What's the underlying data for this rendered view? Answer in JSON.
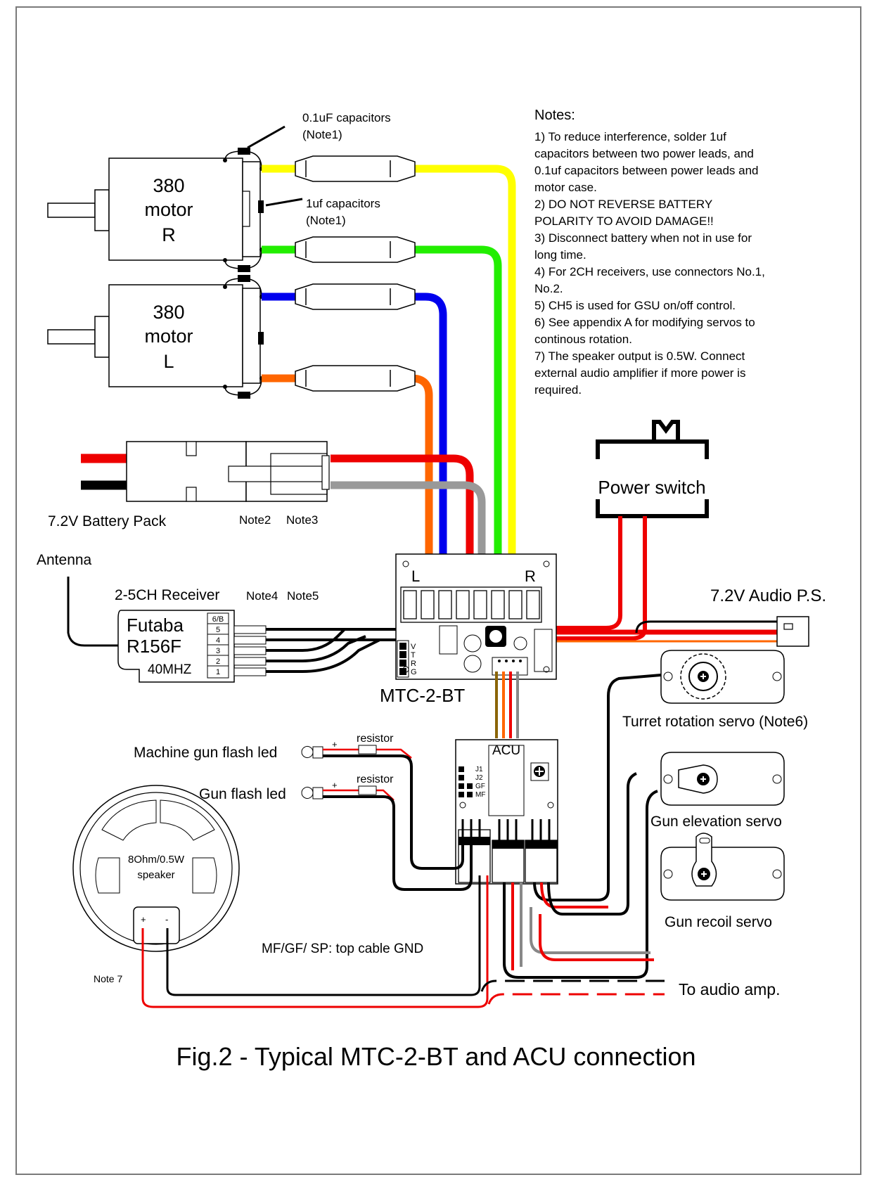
{
  "caption": "Fig.2 - Typical MTC-2-BT and ACU connection",
  "notes": {
    "title": "Notes:",
    "lines": [
      "1) To reduce interference, solder 1uf",
      "capacitors between two power leads, and",
      "0.1uf capacitors between power leads and",
      "motor case.",
      "2) DO NOT REVERSE BATTERY",
      "POLARITY TO AVOID DAMAGE!!",
      "3) Disconnect battery when not in use for",
      "long time.",
      "4) For 2CH receivers, use connectors No.1,",
      "No.2.",
      "5) CH5 is used for GSU on/off control.",
      "6) See appendix A for modifying servos to",
      "continous rotation.",
      "7) The speaker output is 0.5W. Connect",
      "external audio amplifier if more power is",
      "required."
    ]
  },
  "capacitors": {
    "small_line1": "0.1uF capacitors",
    "small_line2": "(Note1)",
    "large_line1": "1uf capacitors",
    "large_line2": "(Note1)"
  },
  "motor_r": {
    "line1": "380",
    "line2": "motor",
    "line3": "R"
  },
  "motor_l": {
    "line1": "380",
    "line2": "motor",
    "line3": "L"
  },
  "battery": {
    "label": "7.2V Battery Pack",
    "note2": "Note2",
    "note3": "Note3"
  },
  "power_switch": {
    "label": "Power switch"
  },
  "audio_ps": {
    "label": "7.2V Audio P.S."
  },
  "antenna": {
    "label": "Antenna"
  },
  "receiver": {
    "title": "2-5CH Receiver",
    "note4": "Note4",
    "note5": "Note5",
    "brand": "Futaba",
    "model": "R156F",
    "freq": "40MHZ",
    "channels": [
      "6/B",
      "5",
      "4",
      "3",
      "2",
      "1"
    ]
  },
  "mtc": {
    "label": "MTC-2-BT",
    "left": "L",
    "right": "R",
    "pins": [
      "V",
      "T",
      "R",
      "G"
    ]
  },
  "acu": {
    "label": "ACU",
    "jumpers": [
      "J1",
      "J2",
      "GF",
      "MF"
    ]
  },
  "leds": {
    "machine_gun": "Machine gun flash led",
    "gun": "Gun flash led",
    "resistor": "resistor",
    "plus": "+"
  },
  "speaker": {
    "line1": "8Ohm/0.5W",
    "line2": "speaker",
    "plus": "+",
    "minus": "-",
    "note7": "Note 7"
  },
  "ground_note": "MF/GF/ SP: top cable GND",
  "audio_amp": "To audio amp.",
  "servos": {
    "turret": "Turret rotation servo (Note6)",
    "elevation": "Gun elevation servo",
    "recoil": "Gun recoil servo"
  },
  "colors": {
    "yellow": "#ffff00",
    "green": "#22ee00",
    "blue": "#0000ee",
    "orange": "#ff6600",
    "red": "#ee0000",
    "gray": "#888888",
    "black": "#000000",
    "brown": "#8b6508"
  }
}
